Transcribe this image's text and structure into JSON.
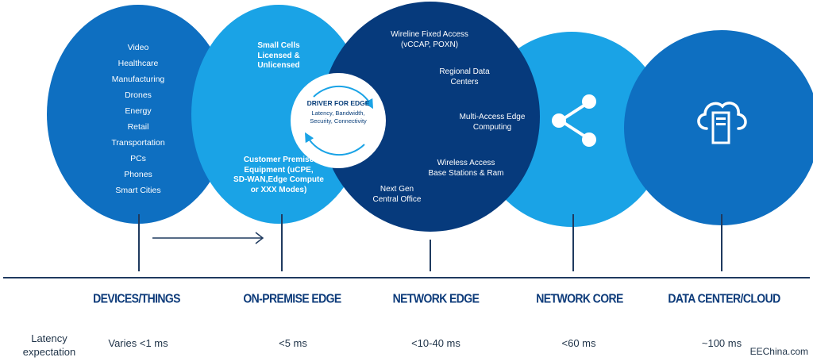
{
  "devices": {
    "items": [
      "Video",
      "Healthcare",
      "Manufacturing",
      "Drones",
      "Energy",
      "Retail",
      "Transportation",
      "PCs",
      "Phones",
      "Smart Cities"
    ]
  },
  "onprem": {
    "small_cells": [
      "Small Cells",
      "Licensed &",
      "Unlicensed"
    ],
    "cpe": [
      "Customer Premise",
      "Equipment (uCPE,",
      "SD-WAN,Edge Compute",
      "or XXX Modes)"
    ]
  },
  "driver": {
    "title": "DRIVER FOR EDGE",
    "lines": [
      "Latency, Bandwidth,",
      "Security, Connectivity"
    ]
  },
  "network": {
    "wireline": [
      "Wireline Fixed Access",
      "(vCCAP, POXN)"
    ],
    "regional": [
      "Regional Data",
      "Centers"
    ],
    "mec": [
      "Multi-Access Edge",
      "Computing"
    ],
    "wireless": [
      "Wireless Access",
      "Base Stations & Ram"
    ],
    "central": [
      "Next Gen",
      "Central Office"
    ]
  },
  "icons": {
    "core": "share-icon",
    "datacenter": "cloud-server-icon"
  },
  "tiers": [
    "DEVICES/THINGS",
    "ON-PREMISE EDGE",
    "NETWORK EDGE",
    "NETWORK CORE",
    "DATA CENTER/CLOUD"
  ],
  "latency": {
    "label": [
      "Latency",
      "expectation"
    ],
    "values": [
      "Varies <1 ms",
      "<5 ms",
      "<10-40 ms",
      "<60 ms",
      "~100 ms"
    ]
  },
  "watermark": "EEChina.com",
  "colors": {
    "devices_blue": "#0e6fc1",
    "light_blue": "#1aa3e6",
    "navy": "#063a7c",
    "tier_text": "#0d3b7a"
  }
}
